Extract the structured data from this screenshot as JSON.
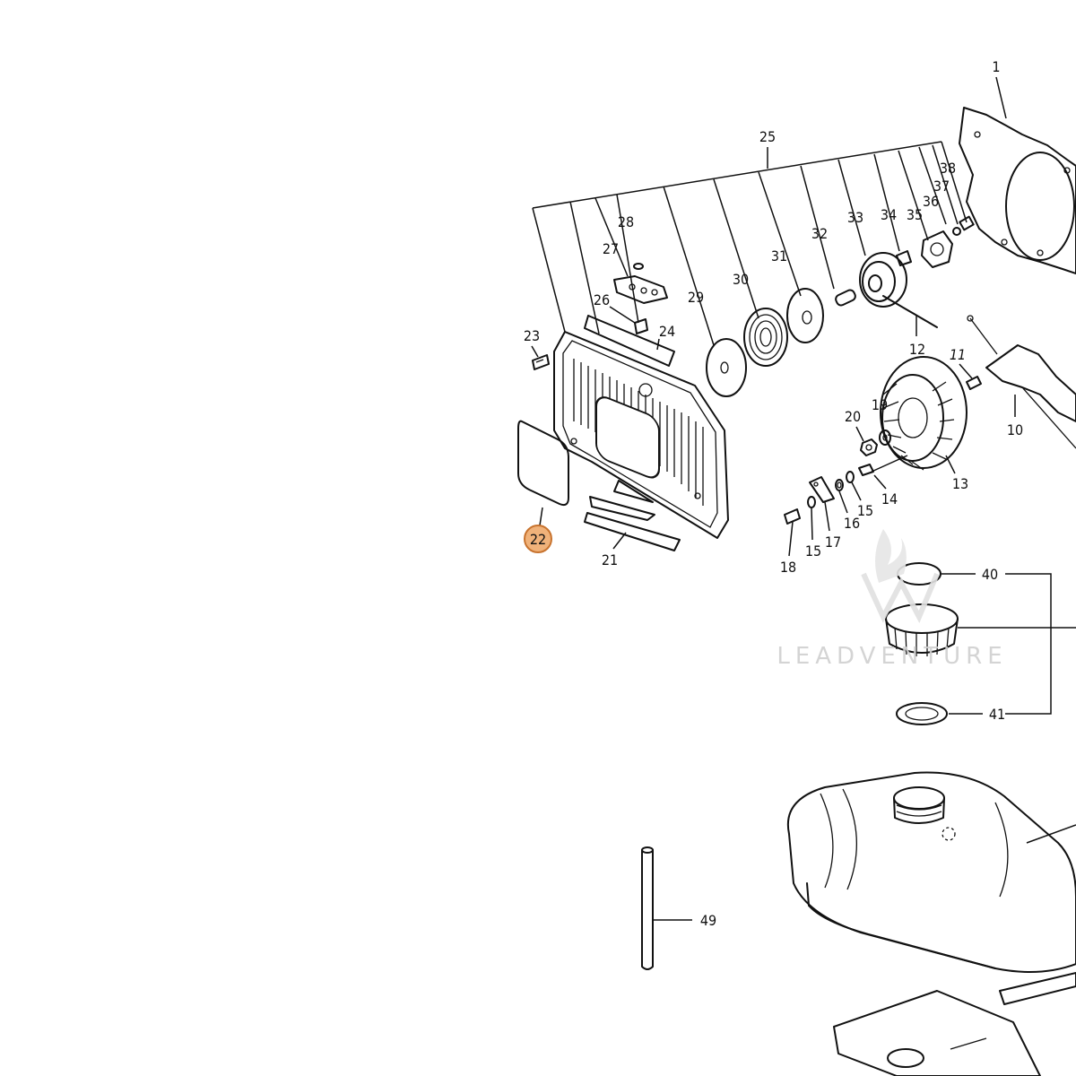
{
  "watermark": {
    "text": "LEADVENTURE"
  },
  "colors": {
    "highlight_fill": "#f0b27a",
    "highlight_stroke": "#c8732e",
    "line": "#111111",
    "watermark": "#d0d0d0"
  },
  "labels": {
    "l1": "1",
    "l10": "10",
    "l11": "11",
    "l12": "12",
    "l13": "13",
    "l14": "14",
    "l15a": "15",
    "l15b": "15",
    "l16": "16",
    "l17": "17",
    "l18": "18",
    "l19": "19",
    "l20": "20",
    "l21": "21",
    "l22": "22",
    "l23": "23",
    "l24": "24",
    "l25": "25",
    "l26": "26",
    "l27": "27",
    "l28": "28",
    "l29": "29",
    "l30": "30",
    "l31": "31",
    "l32": "32",
    "l33": "33",
    "l34": "34",
    "l35": "35",
    "l36": "36",
    "l37": "37",
    "l38": "38",
    "l40": "40",
    "l41": "41",
    "l49": "49"
  },
  "highlighted_part": "22"
}
